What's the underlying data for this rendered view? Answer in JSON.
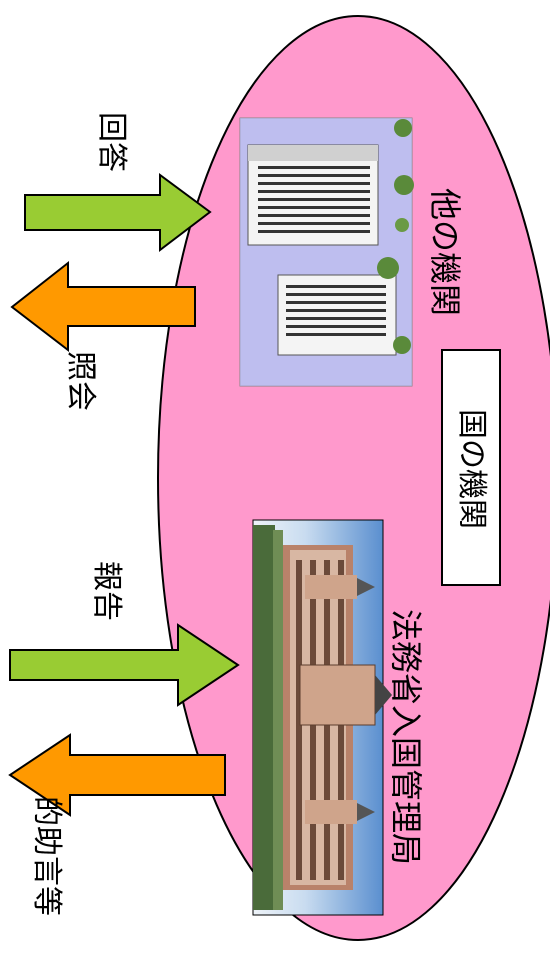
{
  "colors": {
    "ellipse_fill": "#ff99cc",
    "ellipse_stroke": "#000000",
    "arrow_green": "#99cc33",
    "arrow_orange": "#ff9900"
  },
  "labels": {
    "houjo": "的助言等",
    "houkoku": "報告",
    "shoukai": "照会",
    "kaitou": "回答",
    "immigration": "法務省入国管理局",
    "other_agency": "他の機関",
    "national_agency": "国の機関"
  },
  "images": {
    "immigration_building": "photo-historic-building",
    "other_building": "photo-office-buildings"
  }
}
